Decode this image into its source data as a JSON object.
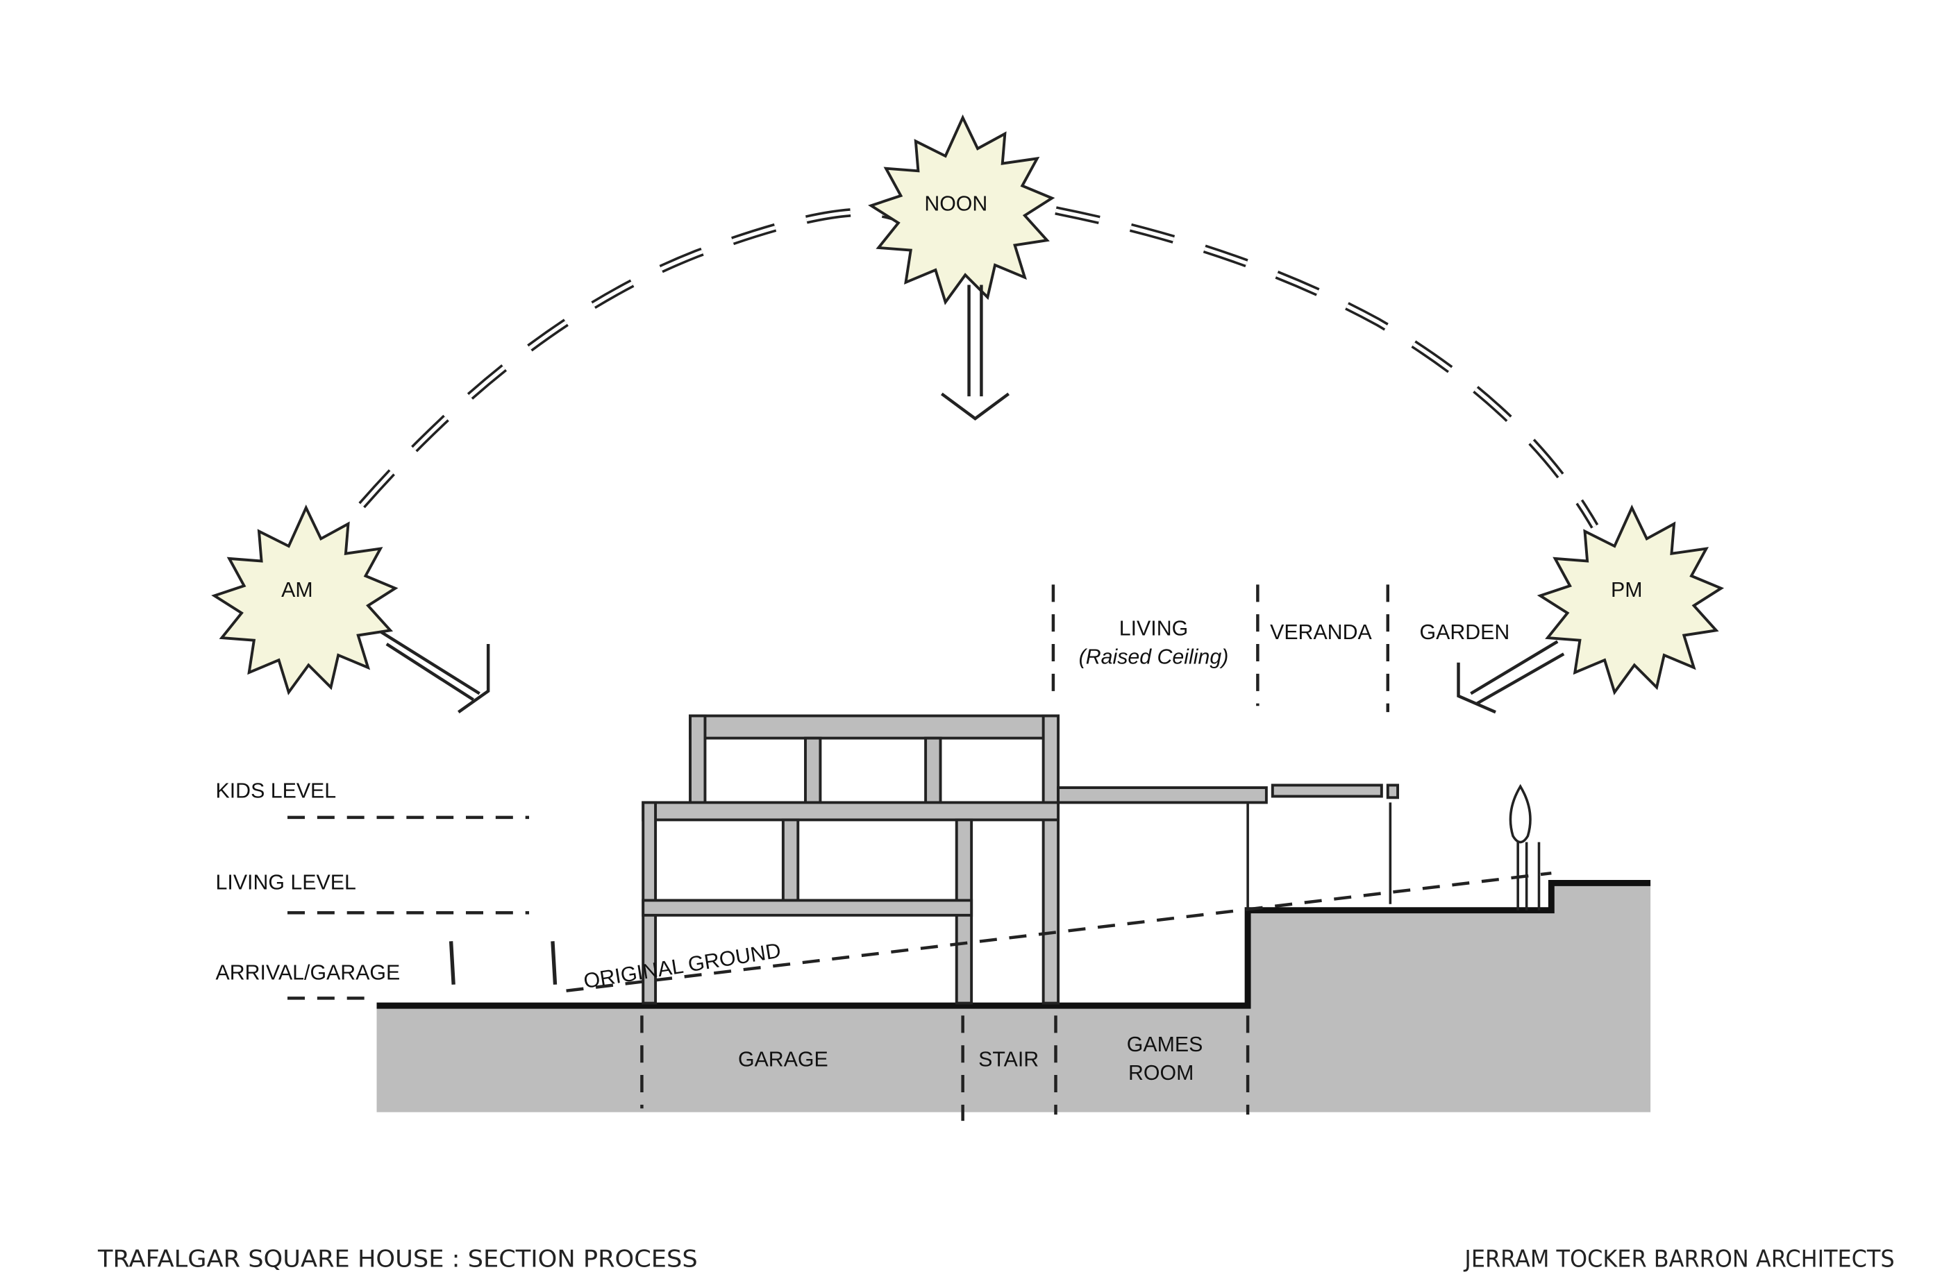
{
  "suns": [
    {
      "label": "AM"
    },
    {
      "label": "NOON"
    },
    {
      "label": "PM"
    }
  ],
  "levels": [
    "KIDS LEVEL",
    "LIVING LEVEL",
    "ARRIVAL/GARAGE"
  ],
  "upper_zones": {
    "living": "LIVING",
    "living_note": "(Raised Ceiling)",
    "veranda": "VERANDA",
    "garden": "GARDEN"
  },
  "lower_zones": {
    "garage": "GARAGE",
    "stair": "STAIR",
    "games_line1": "GAMES",
    "games_line2": "ROOM"
  },
  "original_ground": "ORIGINAL GROUND",
  "footer": {
    "title": "TRAFALGAR SQUARE HOUSE : SECTION PROCESS",
    "credit": "JERRAM TOCKER BARRON ARCHITECTS"
  },
  "colors": {
    "sun_fill": "#f5f5dc",
    "ground": "#bdbdbd",
    "ink": "#222222"
  }
}
